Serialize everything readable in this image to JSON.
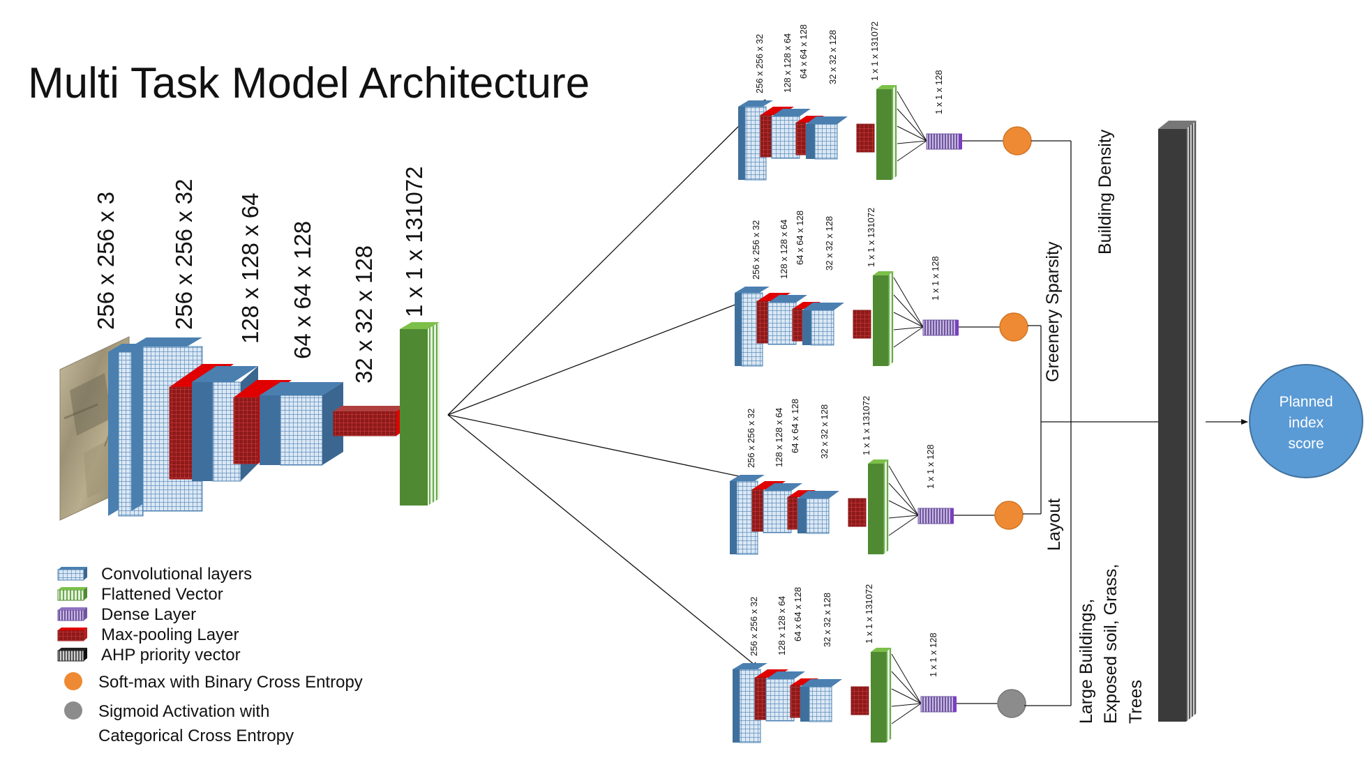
{
  "title": "Multi Task Model Architecture",
  "main_dims": [
    "256 x 256 x 3",
    "256 x 256 x 32",
    "128 x 128 x 64",
    "64 x 64 x 128",
    "32 x 32 x 128",
    "1 x 1 x 131072"
  ],
  "branch_dims": [
    "256 x 256 x 32",
    "128 x 128 x 64",
    "64 x 64 x 128",
    "32 x 32 x 128",
    "1 x 1 x 131072",
    "1 x 1 x 128"
  ],
  "tasks": [
    {
      "label": "Building Density",
      "activation": "softmax"
    },
    {
      "label": "Greenery Sparsity",
      "activation": "softmax"
    },
    {
      "label": "Layout",
      "activation": "softmax"
    },
    {
      "label_lines": [
        "Large Buildings,",
        "Exposed soil, Grass,",
        "Trees"
      ],
      "activation": "sigmoid"
    }
  ],
  "output": {
    "lines": [
      "Planned",
      "index",
      "score"
    ]
  },
  "legend": [
    {
      "label": "Convolutional layers",
      "icon": "conv-icon"
    },
    {
      "label": "Flattened Vector",
      "icon": "flatten-icon"
    },
    {
      "label": "Dense Layer",
      "icon": "dense-icon"
    },
    {
      "label": "Max-pooling Layer",
      "icon": "maxpool-icon"
    },
    {
      "label": "AHP priority vector",
      "icon": "ahp-icon"
    },
    {
      "label": "Soft-max with Binary Cross Entropy",
      "icon": "softmax-circle-icon"
    },
    {
      "label_lines": [
        "Sigmoid Activation with",
        "Categorical Cross Entropy"
      ],
      "icon": "sigmoid-circle-icon"
    }
  ],
  "colors": {
    "conv": "#4a7fb0",
    "maxpool": "#b51f1f",
    "flatten": "#5b9a3c",
    "dense": "#7a5aa5",
    "ahp": "#3a3a3a",
    "softmax": "#ee8a33",
    "sigmoid": "#8c8c8c",
    "score": "#5b9bd5"
  }
}
